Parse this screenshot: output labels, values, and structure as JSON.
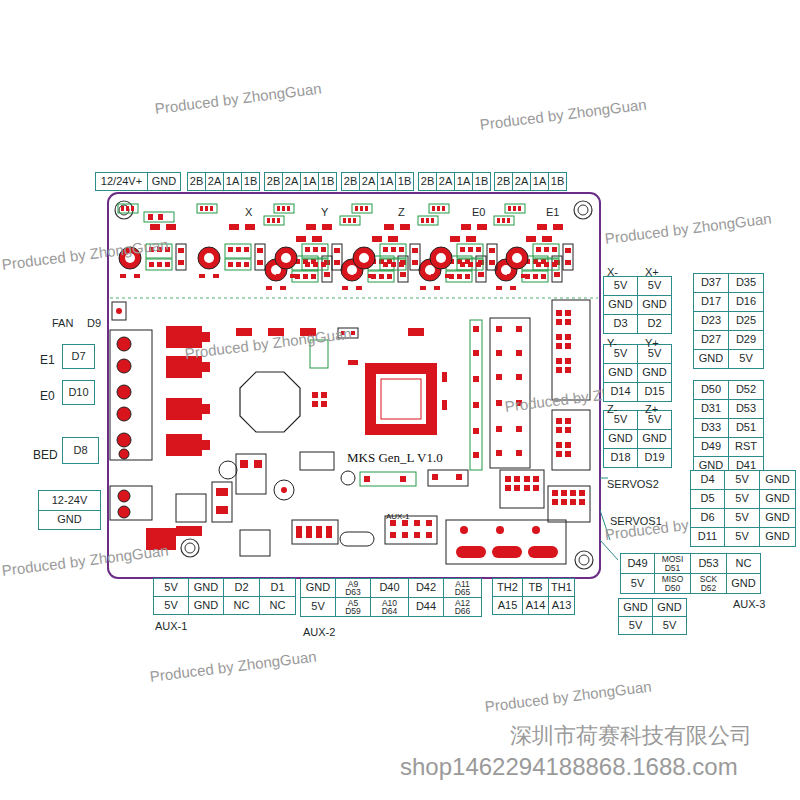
{
  "diagram": {
    "labels": [
      "Produced by ZhongGuan",
      "Produced by ZhongGuan",
      "Produced by ZhongGuan",
      "Produced by ZhongGuan",
      "Produced by ZhongGuan",
      "Produced by ZhongGuan",
      "Produced by ZhongGuan",
      "Produced by ZhongGuan",
      "Produced by ZhongGuan",
      "Produced by ZhongGuan",
      "深圳市荷赛科技有限公司",
      "shop1462294188868.1688.com",
      "12/24V+",
      "GND",
      "2B",
      "2A",
      "1A",
      "1B",
      "2B",
      "2A",
      "1A",
      "1B",
      "2B",
      "2A",
      "1A",
      "1B",
      "2B",
      "2A",
      "1A",
      "1B",
      "2B",
      "2A",
      "1A",
      "1B",
      "X",
      "Y",
      "Z",
      "E0",
      "E1",
      "FAN",
      "D9",
      "E1",
      "D7",
      "E0",
      "D10",
      "BED",
      "D8",
      "12-24V",
      "GND",
      "X-",
      "X+",
      "5V",
      "5V",
      "GND",
      "GND",
      "D3",
      "D2",
      "Y-",
      "Y+",
      "5V",
      "5V",
      "GND",
      "GND",
      "D14",
      "D15",
      "Z-",
      "Z+",
      "5V",
      "5V",
      "GND",
      "GND",
      "D18",
      "D19",
      "D37",
      "D35",
      "D17",
      "D16",
      "D23",
      "D25",
      "D27",
      "D29",
      "GND",
      "5V",
      "D50",
      "D52",
      "D31",
      "D53",
      "D33",
      "D51",
      "D49",
      "RST",
      "GND",
      "D41",
      "SERVOS2",
      "D4",
      "5V",
      "GND",
      "D5",
      "5V",
      "GND",
      "SERVOS1",
      "D6",
      "5V",
      "GND",
      "D11",
      "5V",
      "GND",
      "D49",
      "MOSI D51",
      "D53",
      "NC",
      "5V",
      "MISO D50",
      "SCK D52",
      "GND",
      "AUX-3",
      "GND",
      "GND",
      "5V",
      "5V",
      "5V",
      "GND",
      "D2",
      "D1",
      "5V",
      "GND",
      "NC",
      "NC",
      "AUX-1",
      "GND",
      "A9 D63",
      "D40",
      "D42",
      "A11 D65",
      "5V",
      "A5 D59",
      "A10 D64",
      "D44",
      "A12 D66",
      "AUX-2",
      "TH2",
      "TB",
      "TH1",
      "A15",
      "A14",
      "A13",
      "MKS Gen_L V1.0",
      "AUX-1"
    ]
  }
}
